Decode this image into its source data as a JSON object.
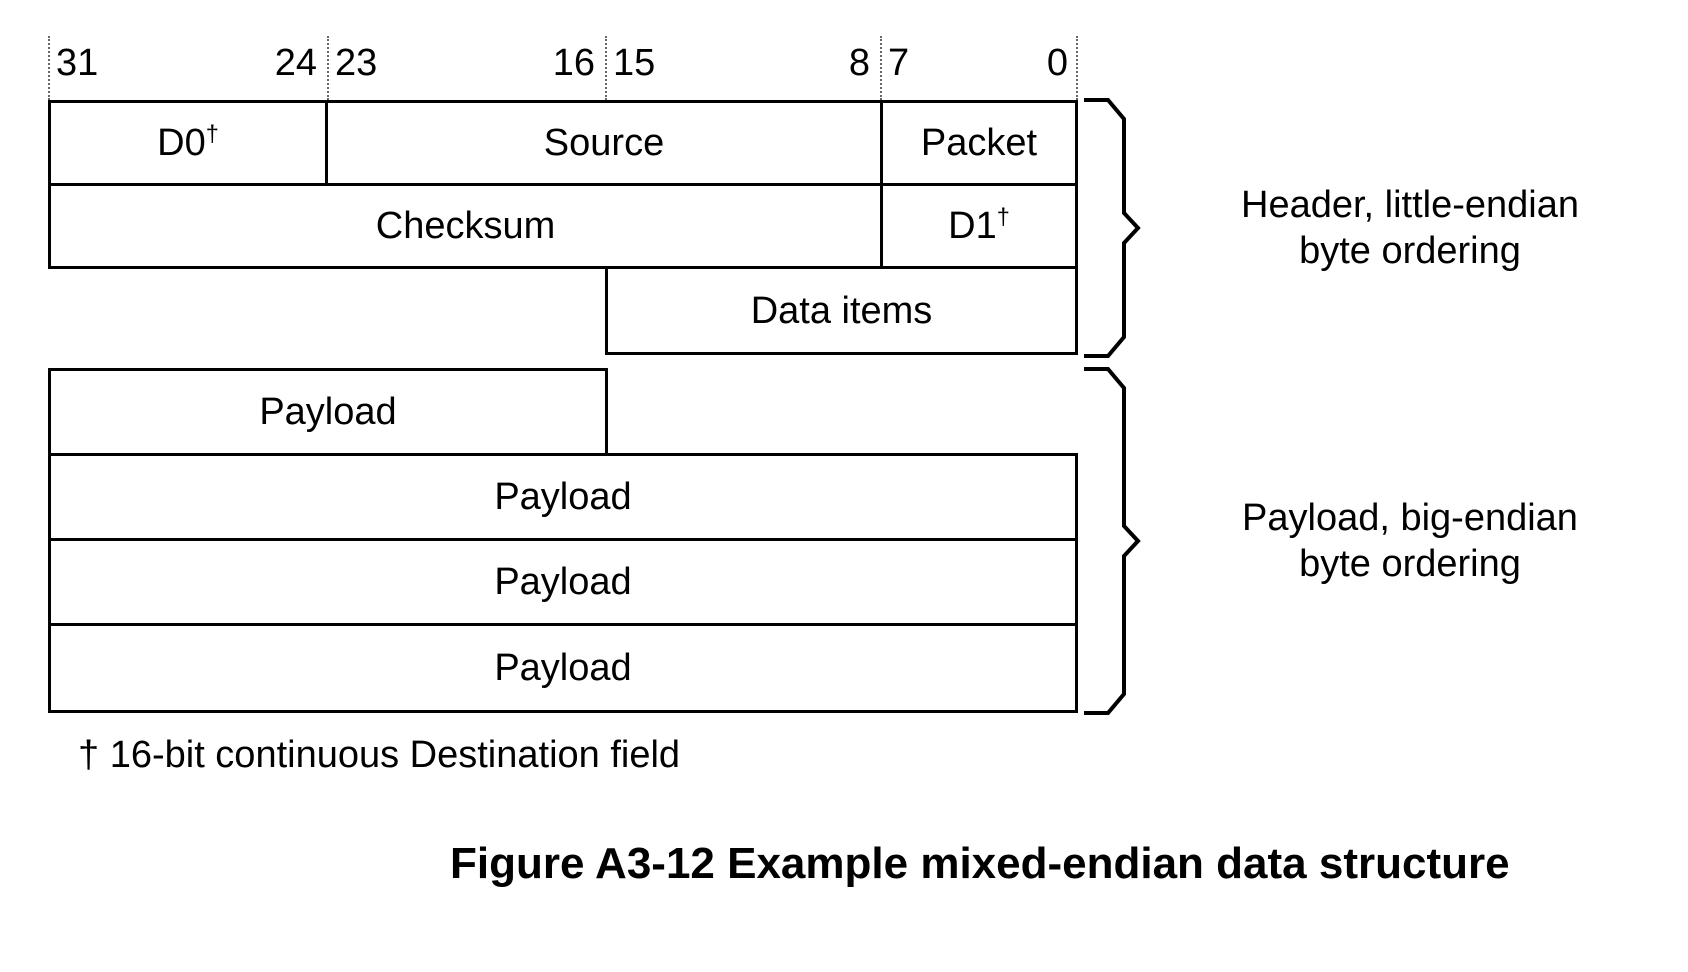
{
  "figure": {
    "caption": "Figure A3-12 Example mixed-endian data structure",
    "footnote": "† 16-bit continuous Destination field",
    "dagger": "†"
  },
  "bit_ruler": {
    "labels": [
      {
        "text": "31",
        "bit": 31,
        "align": "left"
      },
      {
        "text": "24",
        "bit": 24,
        "align": "right"
      },
      {
        "text": "23",
        "bit": 23,
        "align": "left"
      },
      {
        "text": "16",
        "bit": 16,
        "align": "right"
      },
      {
        "text": "15",
        "bit": 15,
        "align": "left"
      },
      {
        "text": "8",
        "bit": 8,
        "align": "right"
      },
      {
        "text": "7",
        "bit": 7,
        "align": "left"
      },
      {
        "text": "0",
        "bit": 0,
        "align": "right"
      }
    ]
  },
  "header_section": {
    "brace_label": "Header, little-endian\nbyte ordering",
    "rows": [
      {
        "cells": [
          {
            "label": "D0",
            "superscript": "†",
            "bit_high": 31,
            "bit_low": 24
          },
          {
            "label": "Source",
            "superscript": "",
            "bit_high": 23,
            "bit_low": 8
          },
          {
            "label": "Packet",
            "superscript": "",
            "bit_high": 7,
            "bit_low": 0
          }
        ]
      },
      {
        "cells": [
          {
            "label": "Checksum",
            "superscript": "",
            "bit_high": 31,
            "bit_low": 8
          },
          {
            "label": "D1",
            "superscript": "†",
            "bit_high": 7,
            "bit_low": 0
          }
        ]
      },
      {
        "cells": [
          {
            "label": "Data items",
            "superscript": "",
            "bit_high": 15,
            "bit_low": 0
          }
        ]
      }
    ]
  },
  "payload_section": {
    "brace_label": "Payload, big-endian\nbyte ordering",
    "rows": [
      {
        "cells": [
          {
            "label": "Payload",
            "superscript": "",
            "bit_high": 31,
            "bit_low": 16
          }
        ]
      },
      {
        "cells": [
          {
            "label": "Payload",
            "superscript": "",
            "bit_high": 31,
            "bit_low": 0
          }
        ]
      },
      {
        "cells": [
          {
            "label": "Payload",
            "superscript": "",
            "bit_high": 31,
            "bit_low": 0
          }
        ]
      },
      {
        "cells": [
          {
            "label": "Payload",
            "superscript": "",
            "bit_high": 31,
            "bit_low": 0
          }
        ]
      }
    ]
  },
  "colors": {
    "line": "#000000",
    "guide": "#666666",
    "background": "#ffffff",
    "text": "#000000"
  }
}
